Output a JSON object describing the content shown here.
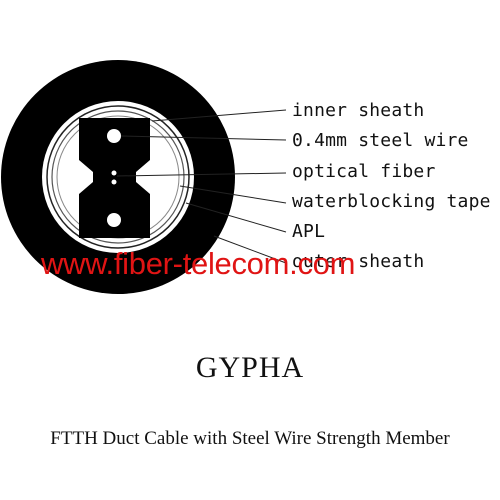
{
  "diagram": {
    "labels": [
      "inner sheath",
      "0.4mm steel wire",
      "optical fiber",
      "waterblocking tape",
      "APL",
      "outer sheath"
    ],
    "watermark": "www.fiber-telecom.com",
    "model": "GYPHA",
    "caption": "FTTH Duct Cable with Steel Wire Strength Member"
  },
  "colors": {
    "sheath": "#000000",
    "watermark": "#e01414",
    "background": "#ffffff"
  }
}
